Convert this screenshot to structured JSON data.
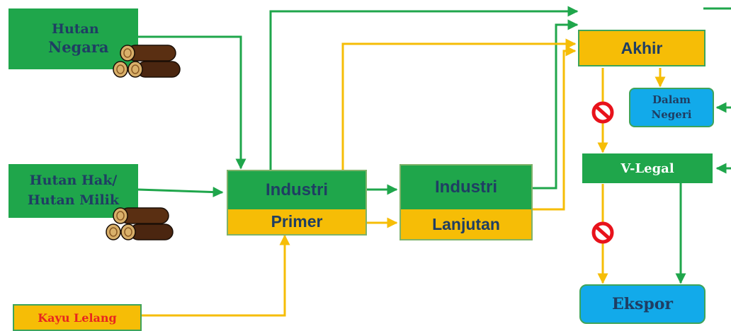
{
  "nodes": {
    "hutan_negara": {
      "line1": "Hutan",
      "line2": "Negara"
    },
    "hutan_hak": {
      "line1": "Hutan Hak/",
      "line2": "Hutan Milik"
    },
    "kayu_lelang": {
      "label": "Kayu Lelang"
    },
    "industri_primer": {
      "top": "Industri",
      "bottom": "Primer"
    },
    "industri_lanjutan": {
      "top": "Industri",
      "bottom": "Lanjutan"
    },
    "akhir": {
      "label": "Akhir"
    },
    "dalam_negeri": {
      "line1": "Dalam",
      "line2": "Negeri"
    },
    "v_legal": {
      "label": "V-Legal"
    },
    "ekspor": {
      "label": "Ekspor"
    }
  },
  "colors": {
    "green": "#1fa64b",
    "yellow": "#f6bd06",
    "cyan": "#12aaea",
    "text_navy": "#1f3e63",
    "text_red": "#e8261f",
    "prohibited_red": "#e8121b"
  },
  "icons": [
    "log-pile-icon",
    "prohibited-icon"
  ]
}
